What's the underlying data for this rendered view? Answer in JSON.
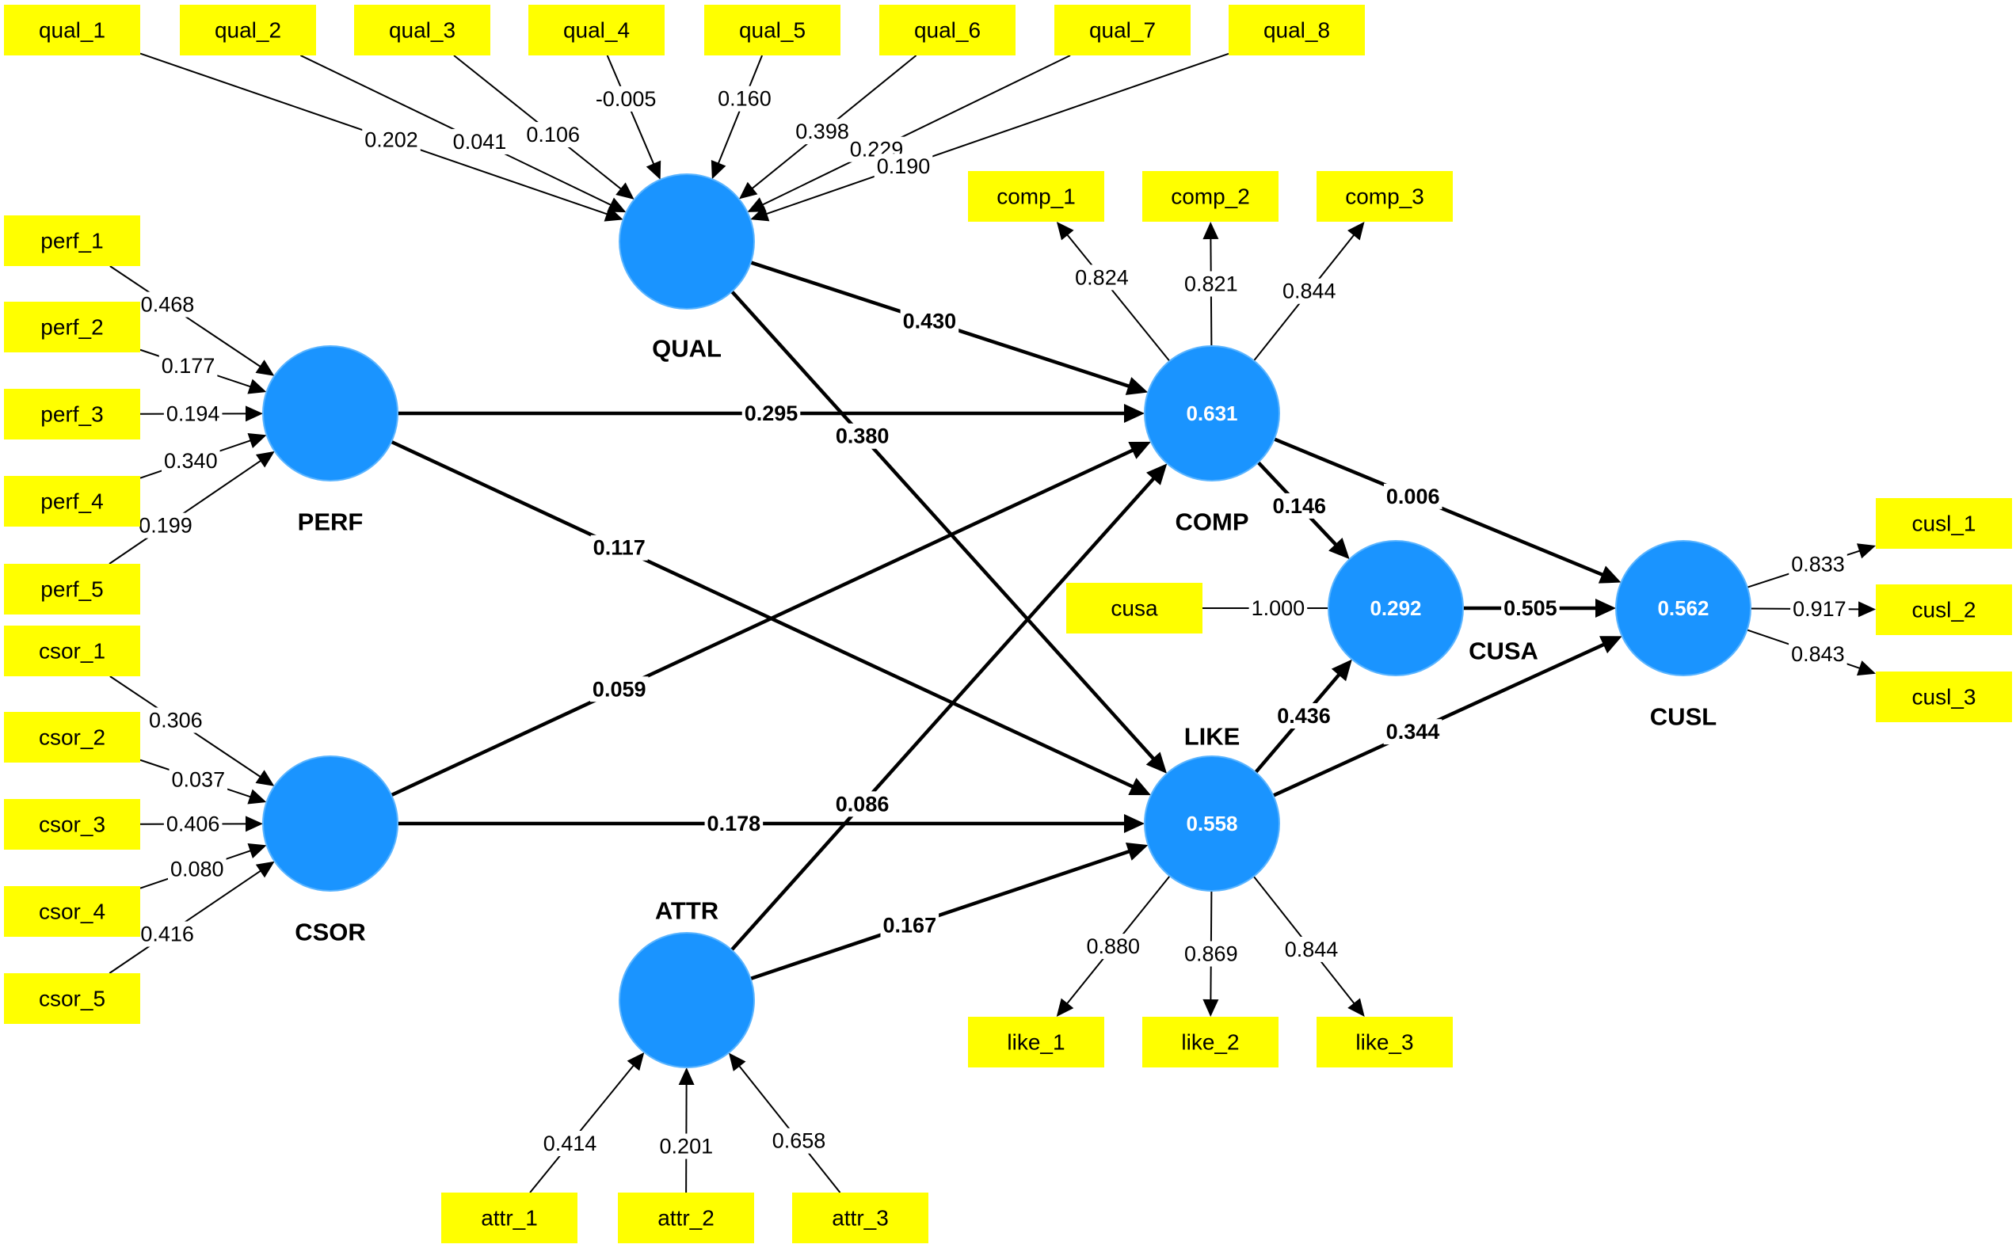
{
  "diagram": {
    "latents": [
      {
        "id": "QUAL",
        "name": "QUAL",
        "r2": ""
      },
      {
        "id": "PERF",
        "name": "PERF",
        "r2": ""
      },
      {
        "id": "CSOR",
        "name": "CSOR",
        "r2": ""
      },
      {
        "id": "ATTR",
        "name": "ATTR",
        "r2": ""
      },
      {
        "id": "COMP",
        "name": "COMP",
        "r2": "0.631"
      },
      {
        "id": "LIKE",
        "name": "LIKE",
        "r2": "0.558"
      },
      {
        "id": "CUSA",
        "name": "CUSA",
        "r2": "0.292"
      },
      {
        "id": "CUSL",
        "name": "CUSL",
        "r2": "0.562"
      }
    ],
    "indicators": [
      {
        "id": "qual_1",
        "label": "qual_1"
      },
      {
        "id": "qual_2",
        "label": "qual_2"
      },
      {
        "id": "qual_3",
        "label": "qual_3"
      },
      {
        "id": "qual_4",
        "label": "qual_4"
      },
      {
        "id": "qual_5",
        "label": "qual_5"
      },
      {
        "id": "qual_6",
        "label": "qual_6"
      },
      {
        "id": "qual_7",
        "label": "qual_7"
      },
      {
        "id": "qual_8",
        "label": "qual_8"
      },
      {
        "id": "perf_1",
        "label": "perf_1"
      },
      {
        "id": "perf_2",
        "label": "perf_2"
      },
      {
        "id": "perf_3",
        "label": "perf_3"
      },
      {
        "id": "perf_4",
        "label": "perf_4"
      },
      {
        "id": "perf_5",
        "label": "perf_5"
      },
      {
        "id": "csor_1",
        "label": "csor_1"
      },
      {
        "id": "csor_2",
        "label": "csor_2"
      },
      {
        "id": "csor_3",
        "label": "csor_3"
      },
      {
        "id": "csor_4",
        "label": "csor_4"
      },
      {
        "id": "csor_5",
        "label": "csor_5"
      },
      {
        "id": "attr_1",
        "label": "attr_1"
      },
      {
        "id": "attr_2",
        "label": "attr_2"
      },
      {
        "id": "attr_3",
        "label": "attr_3"
      },
      {
        "id": "comp_1",
        "label": "comp_1"
      },
      {
        "id": "comp_2",
        "label": "comp_2"
      },
      {
        "id": "comp_3",
        "label": "comp_3"
      },
      {
        "id": "like_1",
        "label": "like_1"
      },
      {
        "id": "like_2",
        "label": "like_2"
      },
      {
        "id": "like_3",
        "label": "like_3"
      },
      {
        "id": "cusa",
        "label": "cusa"
      },
      {
        "id": "cusl_1",
        "label": "cusl_1"
      },
      {
        "id": "cusl_2",
        "label": "cusl_2"
      },
      {
        "id": "cusl_3",
        "label": "cusl_3"
      }
    ],
    "outer_weights": [
      {
        "from": "qual_1",
        "to": "QUAL",
        "value": "0.202"
      },
      {
        "from": "qual_2",
        "to": "QUAL",
        "value": "0.041"
      },
      {
        "from": "qual_3",
        "to": "QUAL",
        "value": "0.106"
      },
      {
        "from": "qual_4",
        "to": "QUAL",
        "value": "-0.005"
      },
      {
        "from": "qual_5",
        "to": "QUAL",
        "value": "0.160"
      },
      {
        "from": "qual_6",
        "to": "QUAL",
        "value": "0.398"
      },
      {
        "from": "qual_7",
        "to": "QUAL",
        "value": "0.229"
      },
      {
        "from": "qual_8",
        "to": "QUAL",
        "value": "0.190"
      },
      {
        "from": "perf_1",
        "to": "PERF",
        "value": "0.468"
      },
      {
        "from": "perf_2",
        "to": "PERF",
        "value": "0.177"
      },
      {
        "from": "perf_3",
        "to": "PERF",
        "value": "0.194"
      },
      {
        "from": "perf_4",
        "to": "PERF",
        "value": "0.340"
      },
      {
        "from": "perf_5",
        "to": "PERF",
        "value": "0.199"
      },
      {
        "from": "csor_1",
        "to": "CSOR",
        "value": "0.306"
      },
      {
        "from": "csor_2",
        "to": "CSOR",
        "value": "0.037"
      },
      {
        "from": "csor_3",
        "to": "CSOR",
        "value": "0.406"
      },
      {
        "from": "csor_4",
        "to": "CSOR",
        "value": "0.080"
      },
      {
        "from": "csor_5",
        "to": "CSOR",
        "value": "0.416"
      },
      {
        "from": "attr_1",
        "to": "ATTR",
        "value": "0.414"
      },
      {
        "from": "attr_2",
        "to": "ATTR",
        "value": "0.201"
      },
      {
        "from": "attr_3",
        "to": "ATTR",
        "value": "0.658"
      },
      {
        "from": "COMP",
        "to": "comp_1",
        "value": "0.824"
      },
      {
        "from": "COMP",
        "to": "comp_2",
        "value": "0.821"
      },
      {
        "from": "COMP",
        "to": "comp_3",
        "value": "0.844"
      },
      {
        "from": "LIKE",
        "to": "like_1",
        "value": "0.880"
      },
      {
        "from": "LIKE",
        "to": "like_2",
        "value": "0.869"
      },
      {
        "from": "LIKE",
        "to": "like_3",
        "value": "0.844"
      },
      {
        "from": "cusa",
        "to": "CUSA",
        "value": "1.000",
        "no_arrow": true
      },
      {
        "from": "CUSL",
        "to": "cusl_1",
        "value": "0.833"
      },
      {
        "from": "CUSL",
        "to": "cusl_2",
        "value": "0.917"
      },
      {
        "from": "CUSL",
        "to": "cusl_3",
        "value": "0.843"
      }
    ],
    "paths": [
      {
        "from": "QUAL",
        "to": "COMP",
        "value": "0.430"
      },
      {
        "from": "QUAL",
        "to": "LIKE",
        "value": "0.380"
      },
      {
        "from": "PERF",
        "to": "COMP",
        "value": "0.295"
      },
      {
        "from": "PERF",
        "to": "LIKE",
        "value": "0.117"
      },
      {
        "from": "CSOR",
        "to": "COMP",
        "value": "0.059"
      },
      {
        "from": "CSOR",
        "to": "LIKE",
        "value": "0.178"
      },
      {
        "from": "ATTR",
        "to": "COMP",
        "value": "0.086"
      },
      {
        "from": "ATTR",
        "to": "LIKE",
        "value": "0.167"
      },
      {
        "from": "COMP",
        "to": "CUSA",
        "value": "0.146"
      },
      {
        "from": "COMP",
        "to": "CUSL",
        "value": "0.006"
      },
      {
        "from": "LIKE",
        "to": "CUSA",
        "value": "0.436"
      },
      {
        "from": "LIKE",
        "to": "CUSL",
        "value": "0.344"
      },
      {
        "from": "CUSA",
        "to": "CUSL",
        "value": "0.505"
      }
    ]
  }
}
